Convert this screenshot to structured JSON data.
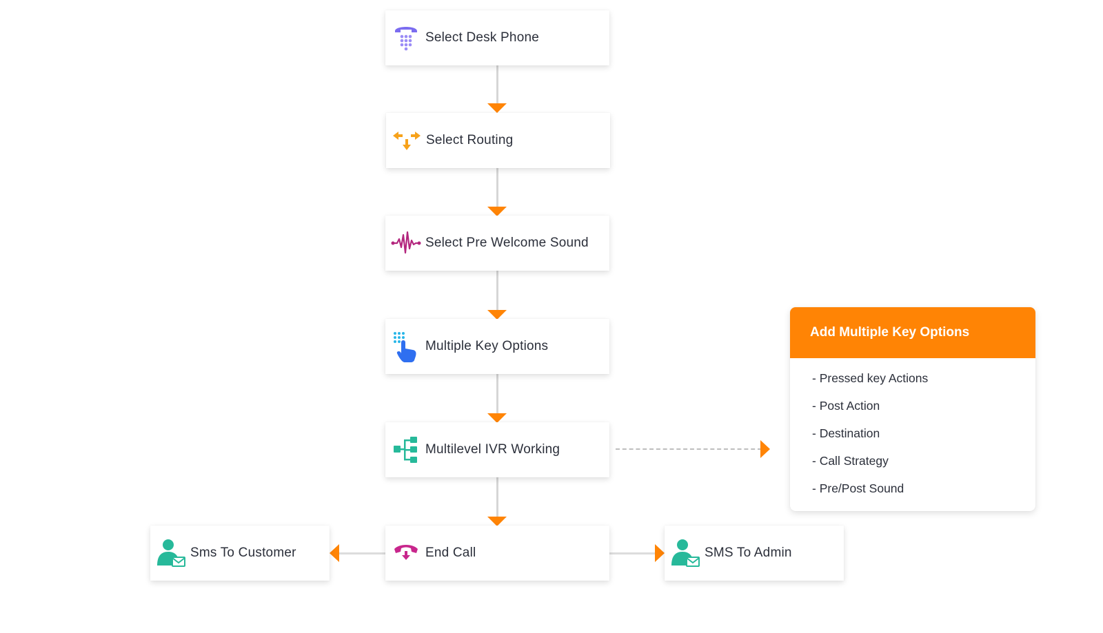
{
  "nodes": {
    "desk_phone": {
      "label": "Select Desk Phone",
      "icon": "desk-phone-icon"
    },
    "routing": {
      "label": "Select Routing",
      "icon": "routing-arrows-icon"
    },
    "pre_welcome": {
      "label": "Select Pre Welcome Sound",
      "icon": "sound-wave-icon"
    },
    "key_options": {
      "label": "Multiple Key Options",
      "icon": "keypad-touch-icon"
    },
    "ivr": {
      "label": "Multilevel IVR Working",
      "icon": "hierarchy-icon"
    },
    "end_call": {
      "label": "End Call",
      "icon": "end-call-icon"
    },
    "sms_customer": {
      "label": "Sms To Customer",
      "icon": "user-mail-icon"
    },
    "sms_admin": {
      "label": "SMS To Admin",
      "icon": "user-mail-icon"
    }
  },
  "panel": {
    "title": "Add Multiple Key Options",
    "items": [
      "- Pressed key Actions",
      "- Post Action",
      "- Destination",
      "- Call Strategy",
      "- Pre/Post Sound"
    ]
  },
  "colors": {
    "accent": "#ff8405",
    "connector": "#d6d6d6",
    "phone_icon": "#7b6cf0",
    "routing_icon": "#f7a21b",
    "sound_icon": "#b3267e",
    "keypad_icon": "#2f8ff0",
    "ivr_icon": "#27b99a",
    "end_call_icon": "#c8268c",
    "user_icon": "#27b99a"
  }
}
